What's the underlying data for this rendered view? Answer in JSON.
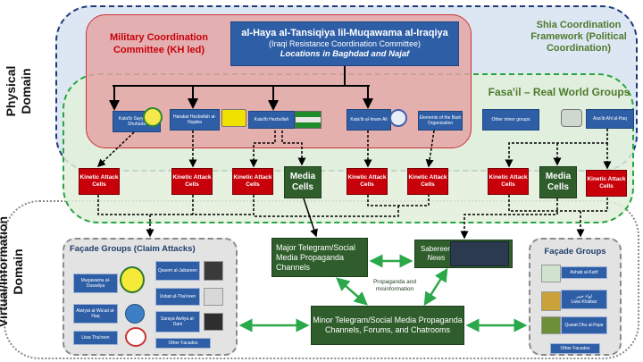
{
  "domains": {
    "physical": "Physical\nDomain",
    "virtual": "Virtual/Information\nDomain"
  },
  "shia_framework": "Shia Coordination\nFramework (Political\nCoordination)",
  "military_committee": "Military Coordination\nCommittee (KH led)",
  "haya": {
    "title": "al-Haya al-Tansiqiya lil-Muqawama al-Iraqiya",
    "subtitle": "(Iraqi Resistance Coordination Committee)",
    "location": "Locations in Baghdad and Najaf"
  },
  "fasail_title": "Fasa'il – Real World Groups",
  "groups": [
    {
      "name": "Kata'ib Sayyed al-Shuhada"
    },
    {
      "name": "Harakat Hezbollah al-Nujaba"
    },
    {
      "name": "Kata'ib Hezbollah"
    },
    {
      "name": "Kata'ib al-Imam Ali"
    },
    {
      "name": "Elements of the Badr Organization"
    },
    {
      "name": "Other minor groups"
    },
    {
      "name": "Asa'ib Ahl al-Haq"
    }
  ],
  "kinetic_label": "Kinetic Attack Cells",
  "media_cells_label": "Media Cells",
  "facade_left": {
    "title": "Façade Groups (Claim Attacks)",
    "items": [
      "Muqawama al-Duwaliya",
      "Alwiyat al-Wa'ad al-Haq",
      "Liwa Tha'reen",
      "Qasem al-Jabareen",
      "Usbat al-Tha'ireen",
      "Saraya Awliya al-Dam",
      "Other Facades"
    ]
  },
  "facade_right": {
    "title": "Façade Groups",
    "items": [
      "Ashab al-Kahf",
      "Liwa Khaibar",
      "Quwat Dhu al-Fiqar",
      "Other Facades"
    ],
    "arabic_text": "لواء خيبر"
  },
  "major_telegram": "Major Telegram/Social Media Propaganda Channels",
  "sabereen": {
    "name": "Sabereen",
    "sub": "News"
  },
  "propaganda_note": "Propaganda and misinformation",
  "minor_telegram": "Minor Telegram/Social Media Propaganda Channels, Forums, and Chatrooms",
  "colors": {
    "physical_bg": "#d6e1f1",
    "military_bg": "#e4a5a5",
    "fasail_bg": "#e2f0d9",
    "red": "#c8000a",
    "blue": "#2e5ea6",
    "green": "#2f5e2c",
    "arrow_green": "#2aa84a"
  }
}
